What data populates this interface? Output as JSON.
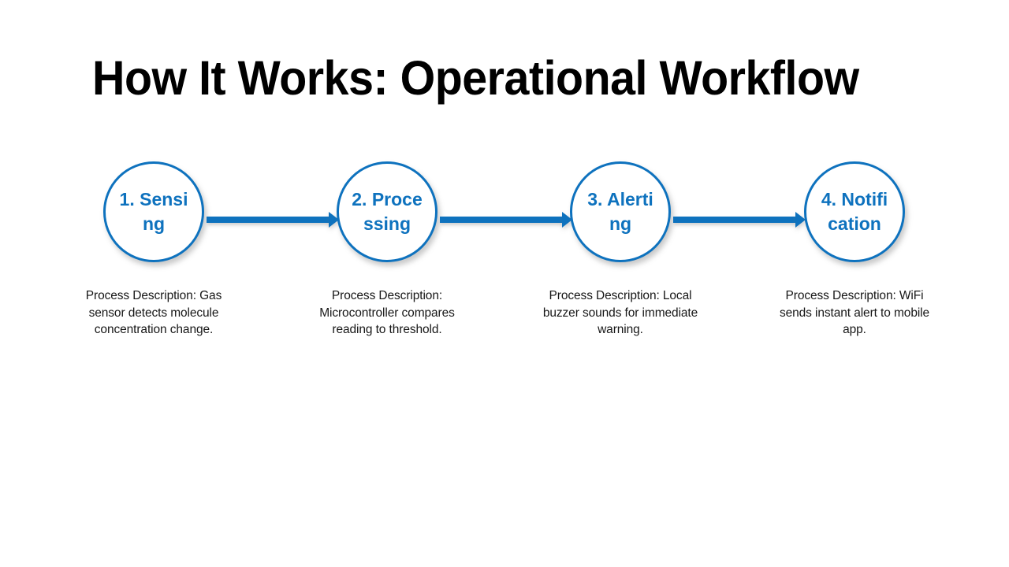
{
  "slide": {
    "title": "How It Works: Operational Workflow",
    "background_color": "#FFFFFF",
    "accent_color": "#0E72BE",
    "text_color": "#171717"
  },
  "flow": {
    "direction": "left-to-right",
    "connector_icon": "arrow-right-icon",
    "steps": [
      {
        "number": "1.",
        "name": "Sensing",
        "label": "1. Sensing",
        "description": "Process Description: Gas sensor detects molecule concentration change."
      },
      {
        "number": "2.",
        "name": "Processing",
        "label": "2. Processing",
        "description": "Process Description: Microcontroller compares reading to threshold."
      },
      {
        "number": "3.",
        "name": "Alerting",
        "label": "3. Alerting",
        "description": "Process Description: Local buzzer sounds for immediate warning."
      },
      {
        "number": "4.",
        "name": "Notification",
        "label": "4. Notification",
        "description": "Process Description: WiFi sends instant alert to mobile app."
      }
    ]
  }
}
